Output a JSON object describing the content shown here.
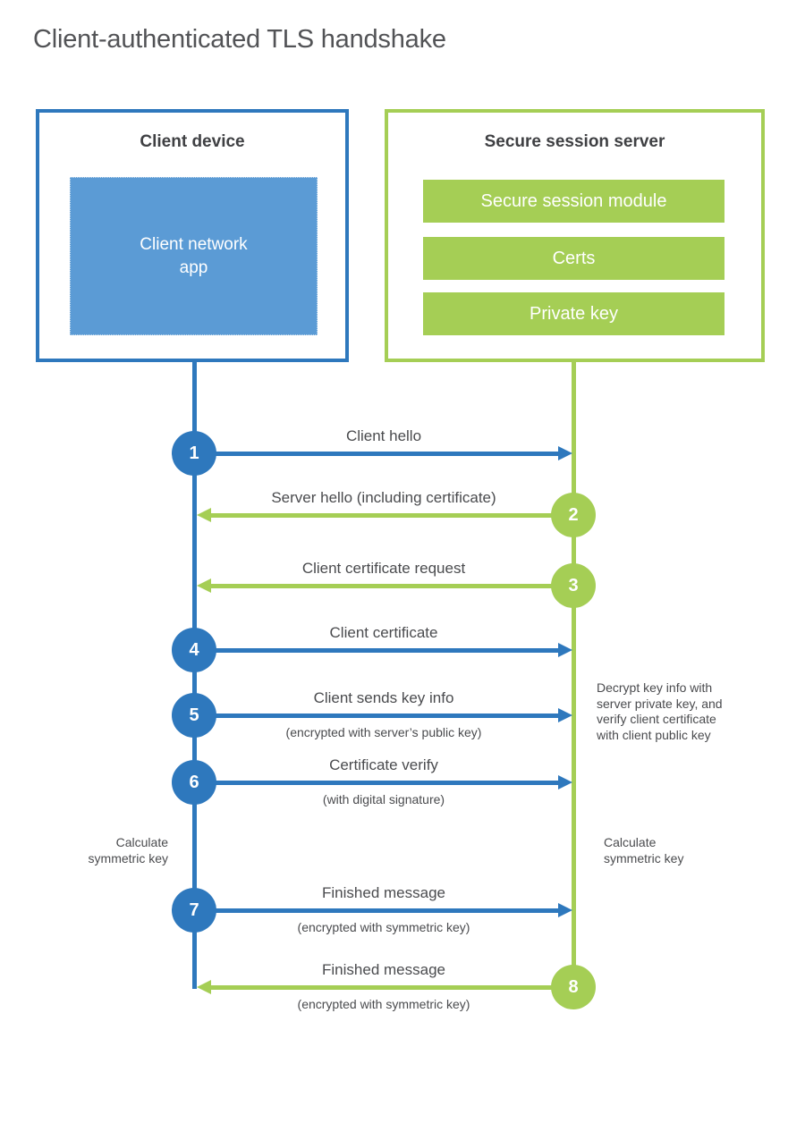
{
  "title": "Client-authenticated TLS handshake",
  "client_box": {
    "title": "Client device",
    "app": "Client network\napp"
  },
  "server_box": {
    "title": "Secure session server",
    "modules": [
      "Secure session module",
      "Certs",
      "Private key"
    ]
  },
  "steps": [
    {
      "number": "1",
      "label": "Client hello",
      "direction": "right",
      "actor": "client"
    },
    {
      "number": "2",
      "label": "Server hello (including certificate)",
      "direction": "left",
      "actor": "server"
    },
    {
      "number": "3",
      "label": "Client certificate request",
      "direction": "left",
      "actor": "server"
    },
    {
      "number": "4",
      "label": "Client certificate",
      "direction": "right",
      "actor": "client"
    },
    {
      "number": "5",
      "label": "Client sends key info",
      "sublabel": "(encrypted with server’s public key)",
      "direction": "right",
      "actor": "client"
    },
    {
      "number": "6",
      "label": "Certificate verify",
      "sublabel": "(with digital signature)",
      "direction": "right",
      "actor": "client"
    },
    {
      "number": "7",
      "label": "Finished message",
      "sublabel": "(encrypted with symmetric key)",
      "direction": "right",
      "actor": "client"
    },
    {
      "number": "8",
      "label": "Finished message",
      "sublabel": "(encrypted with symmetric key)",
      "direction": "left",
      "actor": "server"
    }
  ],
  "annotations": {
    "decrypt_note": "Decrypt key info with\nserver private key, and\nverify client certificate\nwith client public key",
    "calculate_left": "Calculate\nsymmetric key",
    "calculate_right": "Calculate\nsymmetric key"
  },
  "colors": {
    "client_blue": "#2e78bd",
    "client_fill_blue": "#5b9bd5",
    "server_green": "#a5ce55",
    "text_dark": "#3f4043",
    "text_label": "#4a4b4e"
  }
}
